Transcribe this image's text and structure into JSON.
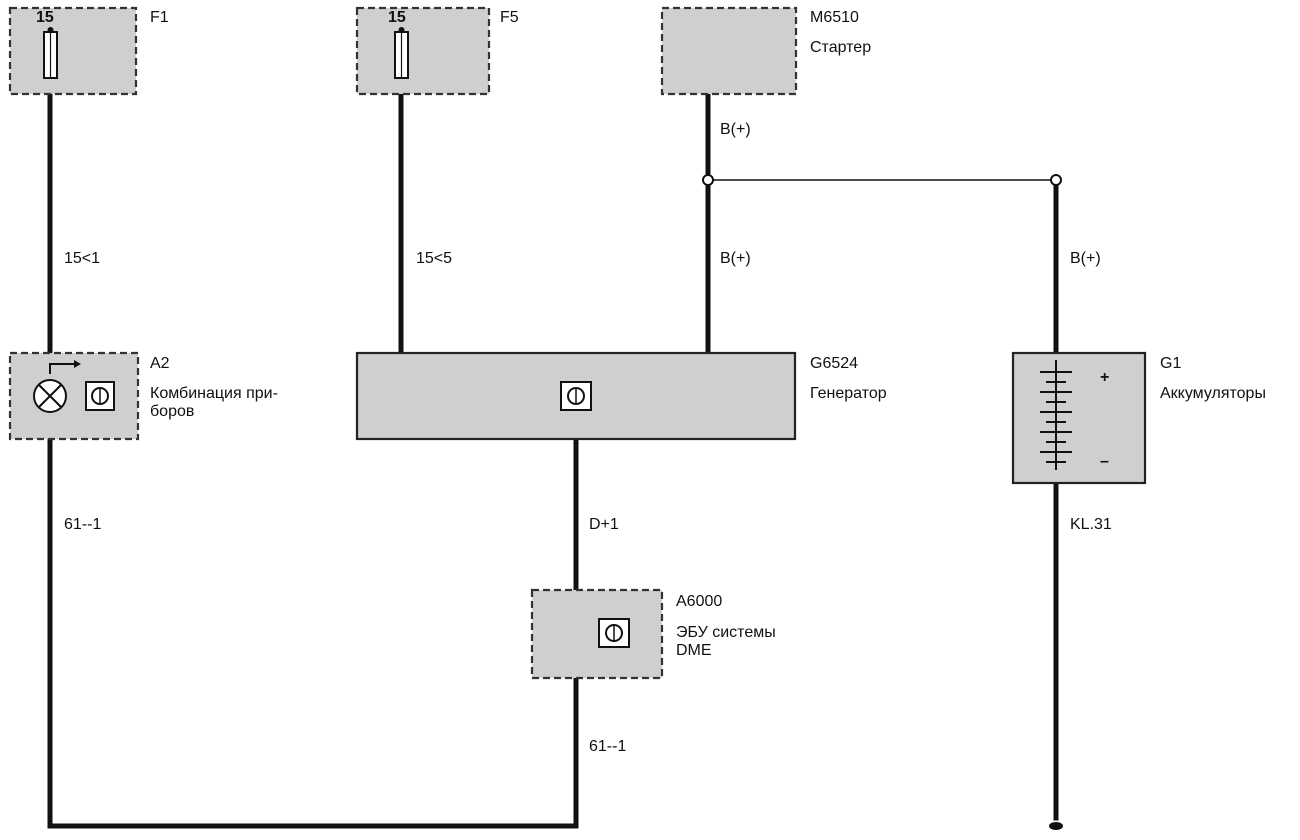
{
  "components": {
    "f1": {
      "ref": "F1",
      "pin": "15"
    },
    "f5": {
      "ref": "F5",
      "pin": "15"
    },
    "m6510": {
      "ref": "M6510",
      "name": "Стартер"
    },
    "a2": {
      "ref": "A2",
      "name_line1": "Комбинация при-",
      "name_line2": "боров"
    },
    "g6524": {
      "ref": "G6524",
      "name": "Генератор"
    },
    "g1": {
      "ref": "G1",
      "name": "Аккумуляторы",
      "plus": "+",
      "minus": "–"
    },
    "a6000": {
      "ref": "A6000",
      "name_line1": "ЭБУ системы",
      "name_line2": "DME"
    }
  },
  "wires": {
    "w_f1_a2": "15<1",
    "w_f5_gen": "15<5",
    "w_starter": "B(+)",
    "w_gen": "B(+)",
    "w_batt": "B(+)",
    "w_a2_ground": "61--1",
    "w_gen_ecu": "D+1",
    "w_ecu_bottom": "61--1",
    "w_batt_ground": "KL.31"
  }
}
